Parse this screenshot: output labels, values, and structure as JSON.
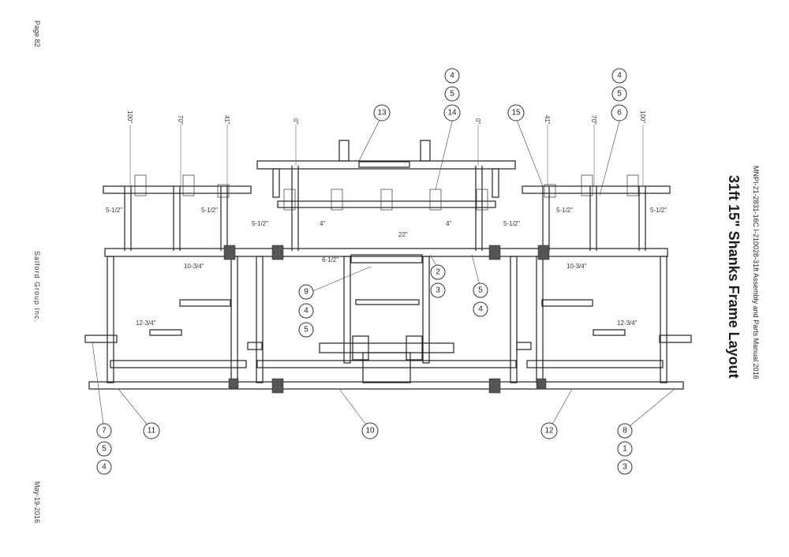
{
  "page_label": "Page 82",
  "company": "Salford Group Inc.",
  "date": "May-19-2016",
  "manual_ref": "MNPI-21-2831-16C  I-210028-31ft Assembly and Parts Manual 2016",
  "title": "31ft 15\" Shanks Frame Layout",
  "shank_positions": [
    "100\"",
    "70\"",
    "41\"",
    "0\"",
    "0\"",
    "41\"",
    "70\"",
    "100\""
  ],
  "dimensions": {
    "d_5half_a": "5-1/2\"",
    "d_5half_b": "5-1/2\"",
    "d_5half_c": "5-1/2\"",
    "d_5half_d": "5-1/2\"",
    "d_5half_e": "5-1/2\"",
    "d_5half_f": "5-1/2\"",
    "d_4_a": "4\"",
    "d_4_b": "4\"",
    "d_22": "22\"",
    "d_6half": "6-1/2\"",
    "d_10_3q_a": "10-3/4\"",
    "d_10_3q_b": "10-3/4\"",
    "d_12_3q_a": "12-3/4\"",
    "d_12_3q_b": "12-3/4\""
  },
  "callouts": {
    "c_13": "13",
    "c_15": "15",
    "c_top_4": "4",
    "c_top_5": "5",
    "c_top_14": "14",
    "c_tr_4": "4",
    "c_tr_5": "5",
    "c_tr_6": "6",
    "c_2": "2",
    "c_3": "3",
    "c_mid_5": "5",
    "c_mid_4": "4",
    "c_9": "9",
    "c_9_4": "4",
    "c_9_5": "5",
    "c_7": "7",
    "c_7_5": "5",
    "c_7_4": "4",
    "c_11": "11",
    "c_10": "10",
    "c_12": "12",
    "c_8": "8",
    "c_8_1": "1",
    "c_8_3": "3"
  }
}
